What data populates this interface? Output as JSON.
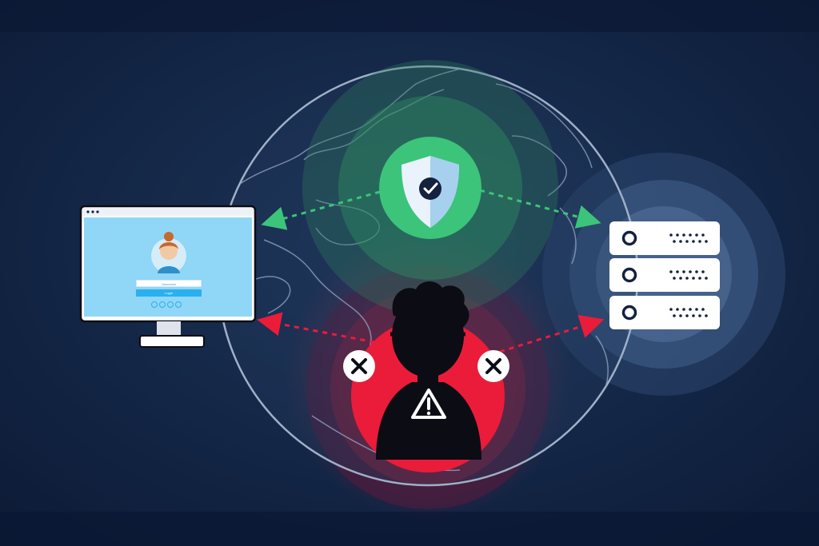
{
  "diagram": {
    "colors": {
      "background": "#0f1f3d",
      "secure": "#3cc47a",
      "threat": "#ea1c3a",
      "server": "#ffffff",
      "screen": "#8fd6f7"
    },
    "client": {
      "icon": "desktop-monitor-icon",
      "username_placeholder": "Username",
      "login_label": "Login",
      "social_icons": [
        "google-icon",
        "linkedin-icon",
        "instagram-icon",
        "twitter-icon"
      ]
    },
    "secure_link": {
      "icon": "shield-check-icon",
      "status": "secure"
    },
    "threat": {
      "icon": "hacker-warning-icon",
      "block_icon": "x-circle-icon"
    },
    "server": {
      "icon": "server-rack-icon",
      "units": 3
    }
  }
}
